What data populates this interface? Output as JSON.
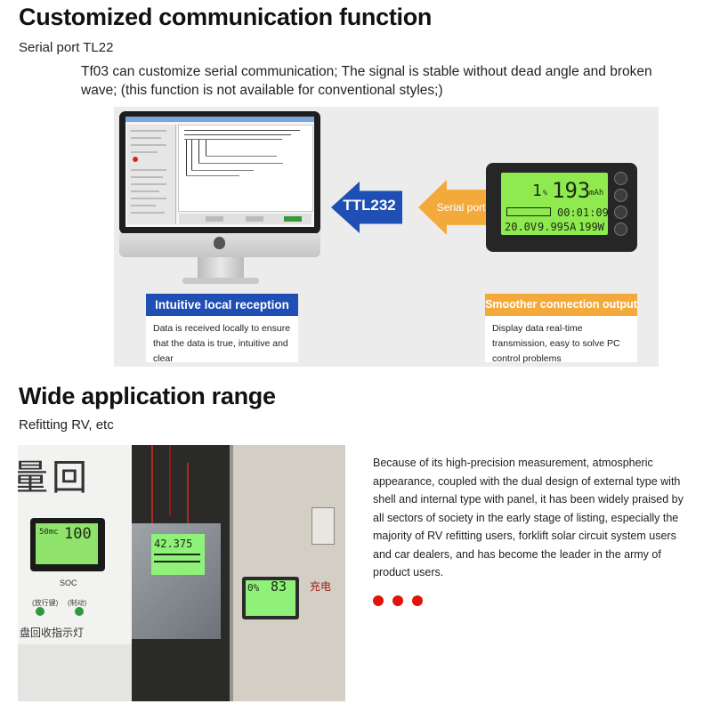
{
  "section1": {
    "title": "Customized communication function",
    "subtitle": "Serial port TL22",
    "description": "Tf03 can customize serial communication; The signal is stable without dead angle and broken wave; (this function is not available for conventional styles;)"
  },
  "diagram": {
    "arrow_left_label": "TTL232",
    "arrow_right_label": "Serial port",
    "device_display": {
      "capacity_pct": "1",
      "capacity_unit": "%",
      "mah_value": "193",
      "mah_unit": "mAh",
      "time": "00:01:09",
      "voltage": "20.0V",
      "current": "9.995A",
      "power": "199W"
    },
    "box_left": {
      "title": "Intuitive local reception",
      "text": "Data is received locally to ensure that the data is true, intuitive and clear"
    },
    "box_right": {
      "title": "Smoother connection output",
      "text": "Display data real-time transmission, easy to solve PC control problems"
    }
  },
  "section2": {
    "title": "Wide application range",
    "subtitle": "Refitting RV, etc",
    "description": "Because of its high-precision measurement, atmospheric appearance, coupled with the dual design of external type with shell and internal type with panel, it has been widely praised by all sectors of society in the early stage of listing, especially the majority of RV refitting users, forklift solar circuit system users and car dealers, and has become the leader in the army of product users."
  },
  "photo": {
    "sign_text": "量回",
    "meter1_top": "50mc",
    "meter1_big": "100",
    "meter2_big": "42.375",
    "meter3_big": "83",
    "soc_label": "SOC",
    "btn_label_left": "(放行键)",
    "btn_label_right": "(制动)",
    "bottom_sign": "盘回收指示灯",
    "box_sign": "充电"
  },
  "colors": {
    "accent_blue": "#1f4eb4",
    "accent_orange": "#f4a93b",
    "dot_red": "#e3120b",
    "lcd_green": "#8fea4f"
  }
}
